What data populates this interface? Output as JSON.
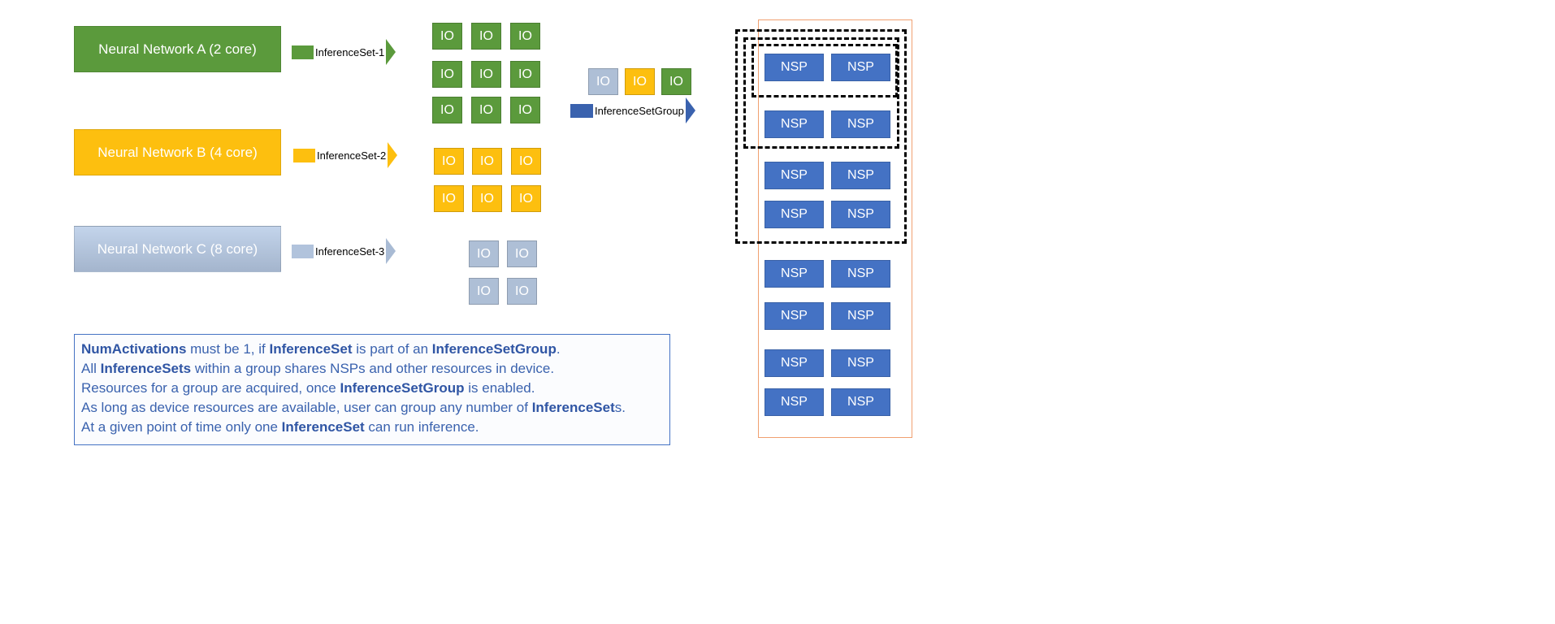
{
  "networks": [
    {
      "label": "Neural Network A (2 core)"
    },
    {
      "label": "Neural Network B (4 core)"
    },
    {
      "label": "Neural Network C (8 core)"
    }
  ],
  "inference_sets": [
    "InferenceSet-1",
    "InferenceSet-2",
    "InferenceSet-3"
  ],
  "io_label": "IO",
  "group_label": "InferenceSetGroup",
  "nsp_label": "NSP",
  "notes": [
    [
      {
        "t": "NumActivations",
        "b": true
      },
      {
        "t": " must be 1, if "
      },
      {
        "t": "InferenceSet",
        "b": true
      },
      {
        "t": " is part of an "
      },
      {
        "t": "InferenceSetGroup",
        "b": true
      },
      {
        "t": "."
      }
    ],
    [
      {
        "t": "All "
      },
      {
        "t": "InferenceSets",
        "b": true
      },
      {
        "t": " within a group shares NSPs and other resources in device."
      }
    ],
    [
      {
        "t": "Resources for a group are acquired, once "
      },
      {
        "t": "InferenceSetGroup",
        "b": true
      },
      {
        "t": " is enabled."
      }
    ],
    [
      {
        "t": "As long as device resources are available, user can group any number of "
      },
      {
        "t": "InferenceSet",
        "b": true
      },
      {
        "t": "s."
      }
    ],
    [
      {
        "t": "At a given point of time only one "
      },
      {
        "t": "InferenceSet",
        "b": true
      },
      {
        "t": " can run inference."
      }
    ]
  ],
  "colors": {
    "green": "#5b9a3c",
    "yellow": "#fdbf0f",
    "light_blue": "#aebfd6",
    "nsp_blue": "#4472c4",
    "device_border": "#f0a070"
  }
}
